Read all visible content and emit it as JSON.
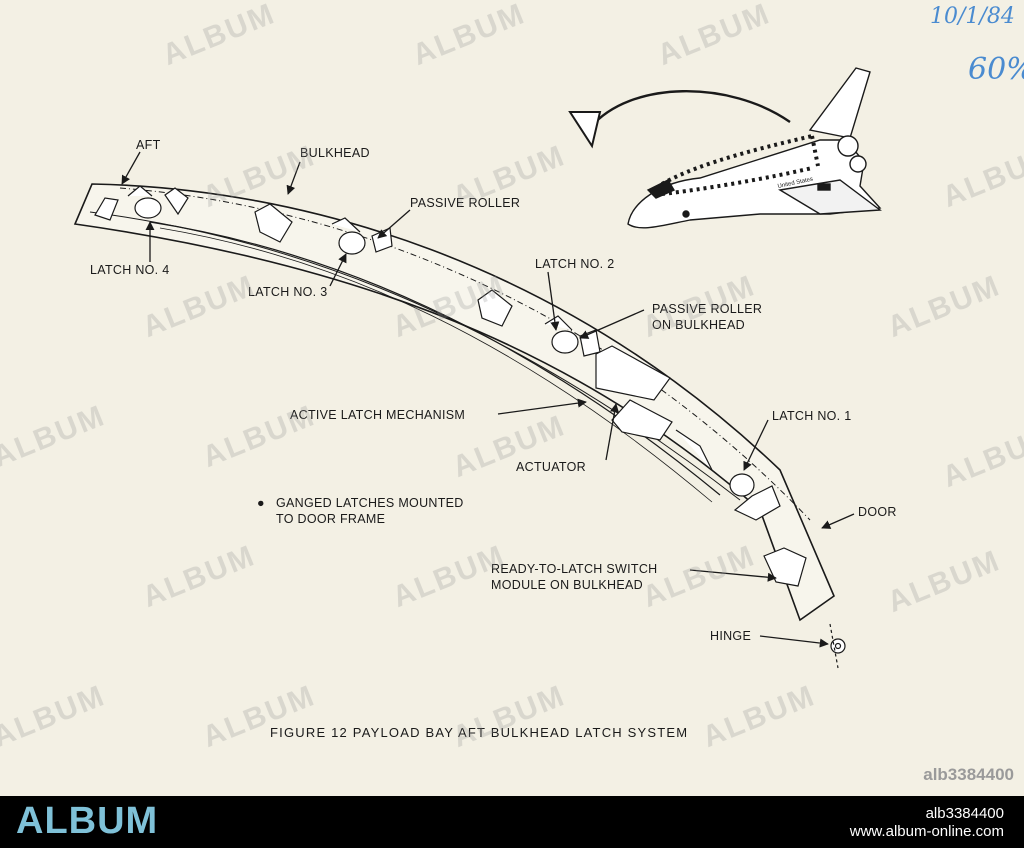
{
  "diagram": {
    "labels": {
      "aft": "AFT",
      "bulkhead": "BULKHEAD",
      "passive_roller": "PASSIVE ROLLER",
      "latch_4": "LATCH NO. 4",
      "latch_3": "LATCH NO. 3",
      "latch_2": "LATCH NO. 2",
      "passive_roller_bulkhead_1": "PASSIVE ROLLER",
      "passive_roller_bulkhead_2": "ON BULKHEAD",
      "active_latch": "ACTIVE LATCH MECHANISM",
      "latch_1": "LATCH NO. 1",
      "actuator": "ACTUATOR",
      "door": "DOOR",
      "note_1": "GANGED LATCHES MOUNTED",
      "note_2": "TO DOOR FRAME",
      "switch_1": "READY-TO-LATCH SWITCH",
      "switch_2": "MODULE ON BULKHEAD",
      "hinge": "HINGE",
      "shuttle_text": "United States"
    },
    "caption": "FIGURE 12 PAYLOAD BAY AFT BULKHEAD LATCH SYSTEM"
  },
  "annotations": {
    "handwritten_1": "10/1/84",
    "handwritten_2": "60%"
  },
  "watermark": {
    "text": "ALBUM",
    "image_id": "alb3384400"
  },
  "footer": {
    "brand": "ALBUM",
    "image_id": "alb3384400",
    "url": "www.album-online.com"
  },
  "colors": {
    "paper": "#f3f0e4",
    "ink": "#1a1a1a",
    "footer_bg": "#000000",
    "brand": "#7fc1d8",
    "handwriting": "#4a8bd0"
  }
}
